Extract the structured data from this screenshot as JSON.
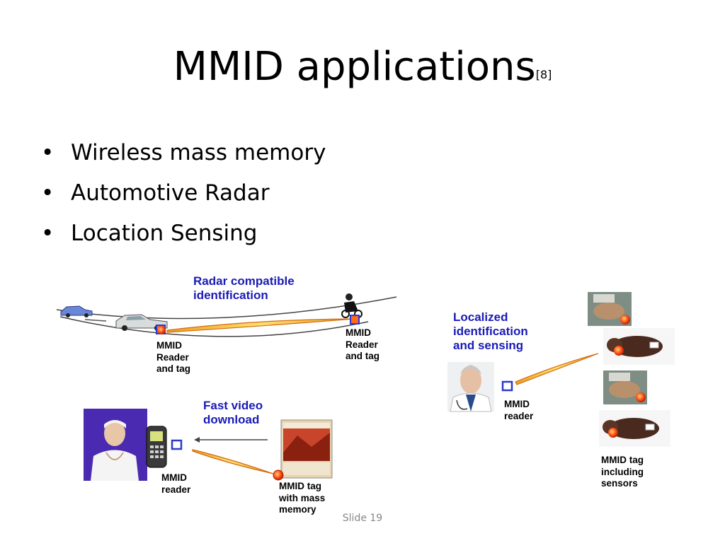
{
  "slide": {
    "title": "MMID applications",
    "title_ref": "[8]",
    "bullets": [
      "Wireless mass memory",
      "Automotive Radar",
      "Location Sensing"
    ],
    "footer": "Slide 19"
  },
  "diagram": {
    "radar": {
      "heading": "Radar compatible\nidentification",
      "left_label": "MMID\nReader\nand tag",
      "right_label": "MMID\nReader\nand tag"
    },
    "video": {
      "heading": "Fast video\ndownload",
      "reader_label": "MMID\nreader",
      "tag_label": "MMID tag\nwith mass\nmemory"
    },
    "location": {
      "heading": "Localized\nidentification\nand sensing",
      "reader_label": "MMID\nreader",
      "tag_label": "MMID tag\nincluding\nsensors"
    },
    "colors": {
      "heading": "#1a1ab8",
      "beam": "#f0c23a",
      "tag": "#e04010",
      "reader": "#2a3ad0"
    }
  }
}
